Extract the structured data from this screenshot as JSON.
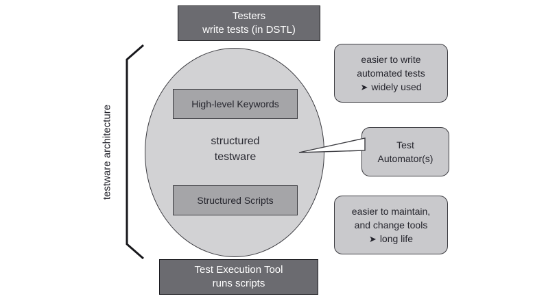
{
  "diagram": {
    "title_implied": "Testware architecture overview",
    "background_color": "#ffffff",
    "palette": {
      "dark_box_fill": "#6b6b70",
      "dark_box_text": "#ffffff",
      "ellipse_fill": "#d2d2d4",
      "inner_box_fill": "#a5a5a8",
      "note_fill": "#c9c9cc",
      "outline": "#3a3a3f",
      "text": "#24242c"
    },
    "bracket": {
      "label": "testware architecture"
    },
    "top_actor": {
      "line1": "Testers",
      "line2": "write tests (in DSTL)"
    },
    "bottom_actor": {
      "line1": "Test Execution Tool",
      "line2": "runs scripts"
    },
    "ellipse": {
      "label_line1": "structured",
      "label_line2": "testware",
      "inner_boxes": [
        {
          "label": "High-level Keywords"
        },
        {
          "label": "Structured Scripts"
        }
      ]
    },
    "notes": [
      {
        "id": "note-easier-to-write",
        "line1": "easier to write",
        "line2": "automated tests",
        "bullet_glyph": "➤",
        "bullet_text": "widely used"
      },
      {
        "id": "note-easier-to-maintain",
        "line1": "easier to maintain,",
        "line2": "and change tools",
        "bullet_glyph": "➤",
        "bullet_text": "long life"
      }
    ],
    "callout": {
      "id": "callout-test-automators",
      "line1": "Test",
      "line2": "Automator(s)"
    }
  }
}
